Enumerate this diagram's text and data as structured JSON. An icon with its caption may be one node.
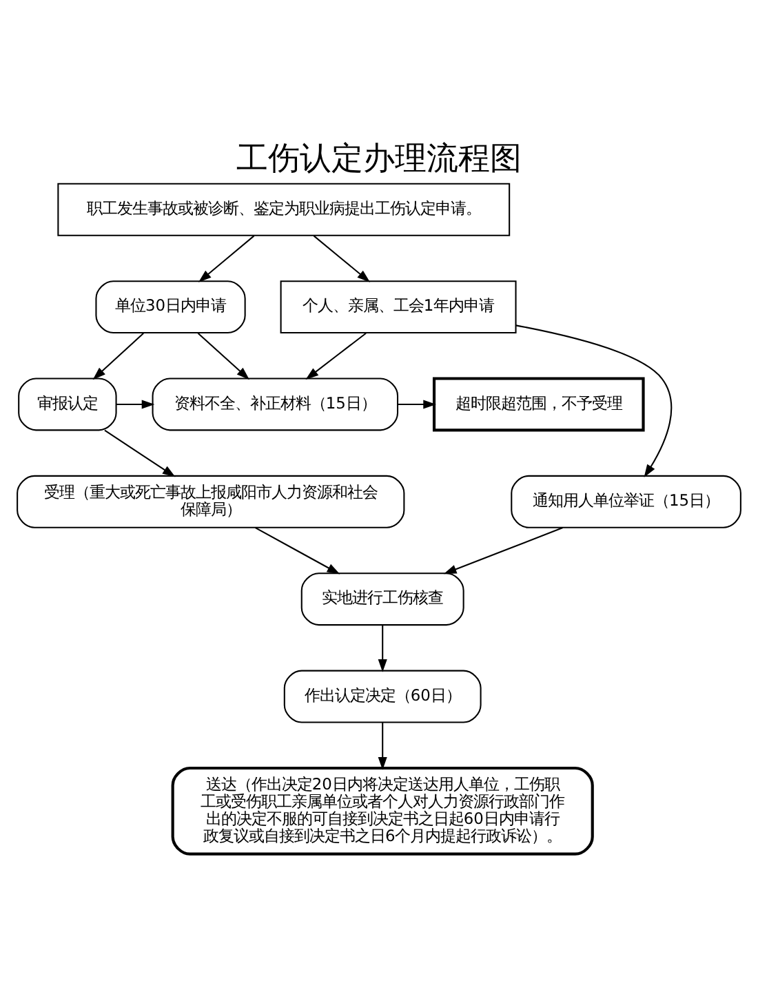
{
  "diagram": {
    "title": "工伤认定办理流程图",
    "nodes": [
      {
        "text": [
          "职工发生事故或被诊断、鉴定为职业病提出工伤认定申请。"
        ]
      },
      {
        "text": [
          "单位30日内申请"
        ]
      },
      {
        "text": [
          "个人、亲属、工会1年内申请"
        ]
      },
      {
        "text": [
          "审报认定"
        ]
      },
      {
        "text": [
          "资料不全、补正材料（15日）"
        ]
      },
      {
        "text": [
          "超时限超范围，不予受理"
        ]
      },
      {
        "text": [
          "受理（重大或死亡事故上报咸阳市人力资源和社会保障局）"
        ]
      },
      {
        "text": [
          "通知用人单位举证（15日）"
        ]
      },
      {
        "text": [
          "实地进行工伤核查"
        ]
      },
      {
        "text": [
          "作出认定决定（60日）"
        ]
      },
      {
        "text": [
          "送达（作出决定20日内将决定送达用人单位，工伤职工或受伤职工亲属单位或者个人对人力资源行政部门作出的决定不服的可自接到决定书之日起60日内申请行政复议或自接到决定书之日6个月内提起行政诉讼）。"
        ]
      }
    ],
    "edges": [
      {
        "from": 0,
        "to": 1,
        "arrow": "to"
      },
      {
        "from": 0,
        "to": 2,
        "arrow": "to"
      },
      {
        "from": 1,
        "to": 3,
        "arrow": "to"
      },
      {
        "from": 1,
        "to": 4,
        "arrow": "to"
      },
      {
        "from": 2,
        "to": 4,
        "arrow": "to"
      },
      {
        "from": 3,
        "to": 4,
        "arrow": "to"
      },
      {
        "from": 4,
        "to": 5,
        "arrow": "to"
      },
      {
        "from": 2,
        "to": 7,
        "arrow": "to"
      },
      {
        "from": 3,
        "to": 6,
        "arrow": "to"
      },
      {
        "from": 6,
        "to": 8,
        "arrow": "to"
      },
      {
        "from": 7,
        "to": 8,
        "arrow": "to"
      },
      {
        "from": 8,
        "to": 9,
        "arrow": "to"
      },
      {
        "from": 9,
        "to": 10,
        "arrow": "to"
      }
    ]
  }
}
